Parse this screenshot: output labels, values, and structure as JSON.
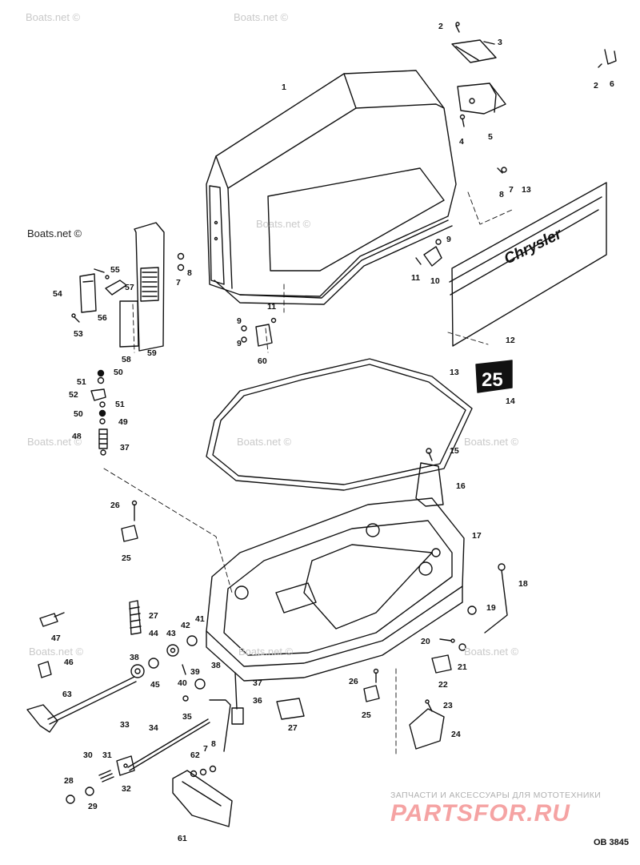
{
  "watermarks": [
    "Boats.net ©",
    "Boats.net ©",
    "Boats.net ©",
    "Boats.net ©",
    "Boats.net ©",
    "Boats.net ©",
    "Boats.net ©",
    "Boats.net ©",
    "Boats.net ©",
    "Boats.net ©"
  ],
  "decal": {
    "brand": "Chrysler",
    "badge": "25"
  },
  "footer": {
    "subtitle": "ЗАПЧАСТИ И АКСЕССУАРЫ ДЛЯ МОТОТЕХНИКИ",
    "logo": "PARTSFOR.RU"
  },
  "diagram_ref": "OB 3845",
  "callouts": [
    "1",
    "2",
    "3",
    "2",
    "6",
    "4",
    "5",
    "8",
    "7",
    "13",
    "9",
    "11",
    "10",
    "12",
    "55",
    "54",
    "56",
    "57",
    "53",
    "58",
    "59",
    "7",
    "8",
    "11",
    "9",
    "9",
    "60",
    "13",
    "14",
    "50",
    "51",
    "52",
    "51",
    "50",
    "49",
    "48",
    "37",
    "15",
    "16",
    "26",
    "25",
    "17",
    "18",
    "27",
    "42",
    "41",
    "19",
    "47",
    "44",
    "43",
    "20",
    "21",
    "38",
    "46",
    "39",
    "38",
    "45",
    "40",
    "37",
    "22",
    "26",
    "25",
    "63",
    "36",
    "35",
    "23",
    "24",
    "33",
    "34",
    "27",
    "30",
    "31",
    "62",
    "7",
    "8",
    "32",
    "28",
    "29",
    "61"
  ],
  "colors": {
    "line": "#111111",
    "watermark": "#c9c9c9",
    "footer_logo": "#f5a3a3"
  }
}
